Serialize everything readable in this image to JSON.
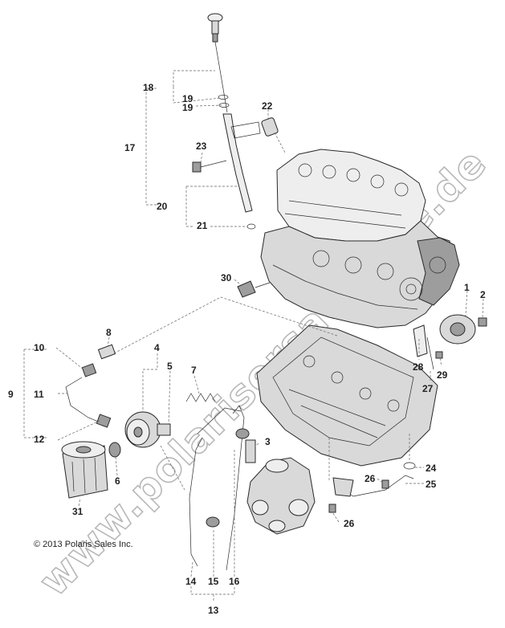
{
  "diagram": {
    "copyright": "© 2013 Polaris Sales Inc.",
    "watermark": "www.polarisersatzteile.de",
    "callouts": {
      "c1": "1",
      "c2": "2",
      "c3": "3",
      "c4": "4",
      "c5": "5",
      "c6": "6",
      "c7": "7",
      "c8": "8",
      "c9": "9",
      "c10": "10",
      "c11": "11",
      "c12": "12",
      "c13": "13",
      "c14": "14",
      "c15": "15",
      "c16": "16",
      "c17": "17",
      "c18": "18",
      "c19a": "19",
      "c19b": "19",
      "c20": "20",
      "c21": "21",
      "c22": "22",
      "c23": "23",
      "c24": "24",
      "c25": "25",
      "c26a": "26",
      "c26b": "26",
      "c27": "27",
      "c28": "28",
      "c29": "29",
      "c30": "30",
      "c31": "31"
    }
  }
}
